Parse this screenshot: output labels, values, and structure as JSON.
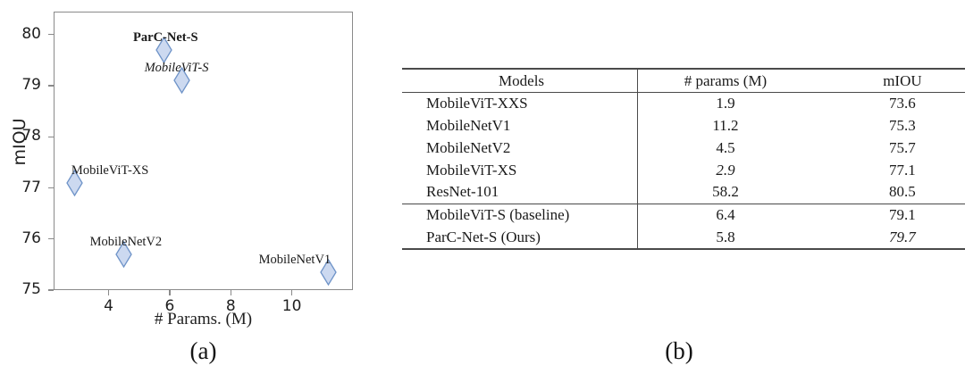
{
  "figure": {
    "panel_a_caption": "(a)",
    "panel_b_caption": "(b)"
  },
  "chart_data": {
    "type": "scatter",
    "title": "",
    "xlabel": "# Params. (M)",
    "ylabel": "mIOU",
    "xlim": [
      2.2,
      12.0
    ],
    "ylim": [
      75.0,
      80.45
    ],
    "xticks": [
      4,
      6,
      8,
      10
    ],
    "yticks": [
      75,
      76,
      77,
      78,
      79,
      80
    ],
    "grid": false,
    "legend": "none",
    "marker": {
      "shape": "diamond",
      "fill": "#ccd9f0",
      "edge": "#6e93c8"
    },
    "points": [
      {
        "label": "ParC-Net-S",
        "x": 5.8,
        "y": 79.7,
        "style": "bold",
        "label_dx": -34,
        "label_dy": -22
      },
      {
        "label": "MobileViT-S",
        "x": 6.4,
        "y": 79.1,
        "style": "italic",
        "label_dx": -42,
        "label_dy": -22
      },
      {
        "label": "MobileViT-XS",
        "x": 2.9,
        "y": 77.1,
        "style": "normal",
        "label_dx": -4,
        "label_dy": -22
      },
      {
        "label": "MobileNetV2",
        "x": 4.5,
        "y": 75.7,
        "style": "normal",
        "label_dx": -38,
        "label_dy": -22
      },
      {
        "label": "MobileNetV1",
        "x": 11.2,
        "y": 75.35,
        "style": "normal",
        "label_dx": -78,
        "label_dy": -22
      }
    ]
  },
  "table": {
    "headers": [
      "Models",
      "# params (M)",
      "mIOU"
    ],
    "groups": [
      {
        "rows": [
          {
            "model": "MobileViT-XXS",
            "params": "1.9",
            "params_style": "bold",
            "miou": "73.6",
            "miou_style": "normal"
          },
          {
            "model": "MobileNetV1",
            "params": "11.2",
            "params_style": "normal",
            "miou": "75.3",
            "miou_style": "normal"
          },
          {
            "model": "MobileNetV2",
            "params": "4.5",
            "params_style": "normal",
            "miou": "75.7",
            "miou_style": "normal"
          },
          {
            "model": "MobileViT-XS",
            "params": "2.9",
            "params_style": "italic",
            "miou": "77.1",
            "miou_style": "normal"
          },
          {
            "model": "ResNet-101",
            "params": "58.2",
            "params_style": "normal",
            "miou": "80.5",
            "miou_style": "bold"
          }
        ]
      },
      {
        "rows": [
          {
            "model": "MobileViT-S (baseline)",
            "params": "6.4",
            "params_style": "normal",
            "miou": "79.1",
            "miou_style": "normal"
          },
          {
            "model": "ParC-Net-S (Ours)",
            "params": "5.8",
            "params_style": "normal",
            "miou": "79.7",
            "miou_style": "italic"
          }
        ]
      }
    ]
  }
}
